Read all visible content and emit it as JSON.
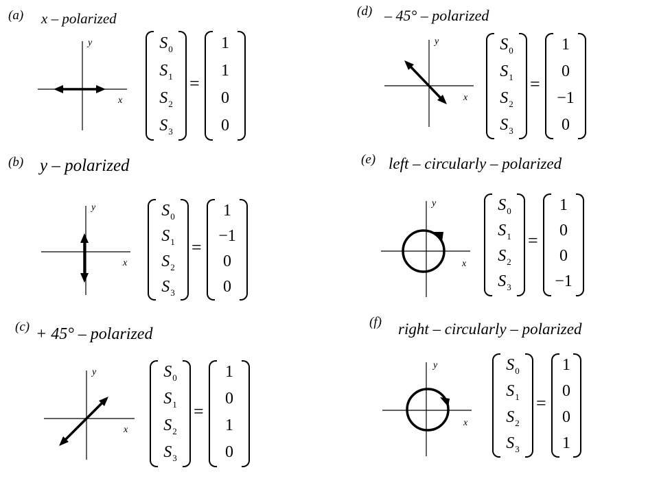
{
  "equals_sign": "=",
  "panels": [
    {
      "label": "(a)",
      "title": "x – polarized",
      "axis_x": "x",
      "axis_y": "y",
      "stokes": [
        "S",
        "S",
        "S",
        "S"
      ],
      "subs": [
        "0",
        "1",
        "2",
        "3"
      ],
      "values": [
        "1",
        "1",
        "0",
        "0"
      ],
      "polarization": "horizontal-arrow"
    },
    {
      "label": "(b)",
      "title": "y – polarized",
      "axis_x": "x",
      "axis_y": "y",
      "stokes": [
        "S",
        "S",
        "S",
        "S"
      ],
      "subs": [
        "0",
        "1",
        "2",
        "3"
      ],
      "values": [
        "1",
        "−1",
        "0",
        "0"
      ],
      "polarization": "vertical-arrow"
    },
    {
      "label": "(c)",
      "title": "+ 45° – polarized",
      "axis_x": "x",
      "axis_y": "y",
      "stokes": [
        "S",
        "S",
        "S",
        "S"
      ],
      "subs": [
        "0",
        "1",
        "2",
        "3"
      ],
      "values": [
        "1",
        "0",
        "1",
        "0"
      ],
      "polarization": "diagonal-plus-45-arrow"
    },
    {
      "label": "(d)",
      "title": "– 45° – polarized",
      "axis_x": "x",
      "axis_y": "y",
      "stokes": [
        "S",
        "S",
        "S",
        "S"
      ],
      "subs": [
        "0",
        "1",
        "2",
        "3"
      ],
      "values": [
        "1",
        "0",
        "−1",
        "0"
      ],
      "polarization": "diagonal-minus-45-arrow"
    },
    {
      "label": "(e)",
      "title": "left – circularly – polarized",
      "axis_x": "x",
      "axis_y": "y",
      "stokes": [
        "S",
        "S",
        "S",
        "S"
      ],
      "subs": [
        "0",
        "1",
        "2",
        "3"
      ],
      "values": [
        "1",
        "0",
        "0",
        "−1"
      ],
      "polarization": "circle-arrow-left"
    },
    {
      "label": "(f)",
      "title": "right – circularly – polarized",
      "axis_x": "x",
      "axis_y": "y",
      "stokes": [
        "S",
        "S",
        "S",
        "S"
      ],
      "subs": [
        "0",
        "1",
        "2",
        "3"
      ],
      "values": [
        "1",
        "0",
        "0",
        "1"
      ],
      "polarization": "circle-arrow-right"
    }
  ]
}
